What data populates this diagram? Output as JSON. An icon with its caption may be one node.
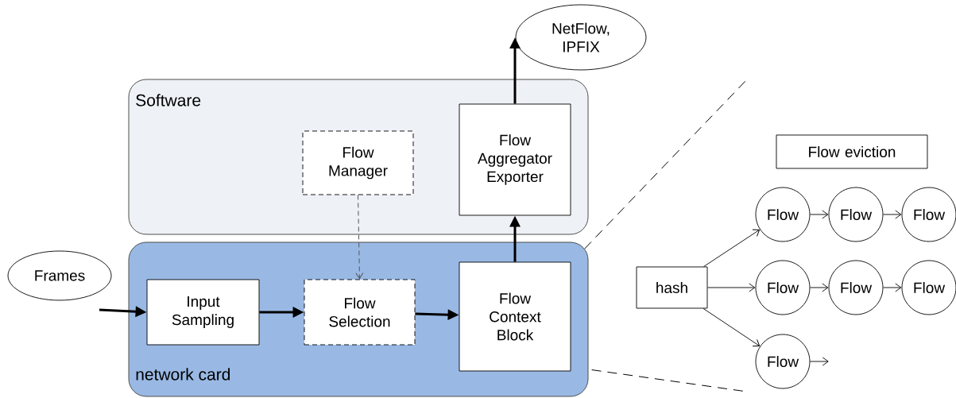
{
  "diagram": {
    "nodes": [
      {
        "text": [
          "Software"
        ]
      },
      {
        "text": [
          "Flow Manager"
        ],
        "in": 0
      },
      {
        "text": [
          "Flow Aggregator Exporter"
        ],
        "in": 0
      },
      {
        "text": [
          "network card"
        ]
      },
      {
        "text": [
          "Input Sampling"
        ],
        "in": 3
      },
      {
        "text": [
          "Flow Selection"
        ],
        "in": 3
      },
      {
        "text": [
          "Flow Context Block"
        ],
        "in": 3
      },
      {
        "text": [
          "NetFlow, IPFIX"
        ]
      },
      {
        "text": [
          "Frames"
        ]
      },
      {
        "text": [
          "Flow eviction"
        ]
      },
      {
        "text": [
          "hash"
        ]
      },
      {
        "text": [
          "Flow"
        ]
      },
      {
        "text": [
          "Flow"
        ]
      },
      {
        "text": [
          "Flow"
        ]
      },
      {
        "text": [
          "Flow"
        ]
      },
      {
        "text": [
          "Flow"
        ]
      },
      {
        "text": [
          "Flow"
        ]
      },
      {
        "text": [
          "Flow"
        ]
      }
    ],
    "edges": [
      {
        "from": null,
        "to": 4,
        "arrow": "to",
        "style": "thick"
      },
      {
        "from": 4,
        "to": 5,
        "arrow": "to",
        "style": "thick"
      },
      {
        "from": 5,
        "to": 6,
        "arrow": "to",
        "style": "thick"
      },
      {
        "from": 6,
        "to": 2,
        "arrow": "to",
        "style": "thick"
      },
      {
        "from": 2,
        "to": 7,
        "arrow": "to",
        "style": "thick"
      },
      {
        "from": 1,
        "to": 5,
        "arrow": "to",
        "style": "dashed",
        "color": "#555555"
      },
      {
        "from": 10,
        "to": 11,
        "arrow": "to"
      },
      {
        "from": 10,
        "to": 14,
        "arrow": "to"
      },
      {
        "from": 10,
        "to": 17,
        "arrow": "to"
      },
      {
        "from": 11,
        "to": 12,
        "arrow": "to"
      },
      {
        "from": 12,
        "to": 13,
        "arrow": "to"
      },
      {
        "from": 14,
        "to": 15,
        "arrow": "to"
      },
      {
        "from": 15,
        "to": 16,
        "arrow": "to"
      },
      {
        "from": 17,
        "to": null,
        "arrow": "to"
      }
    ]
  }
}
